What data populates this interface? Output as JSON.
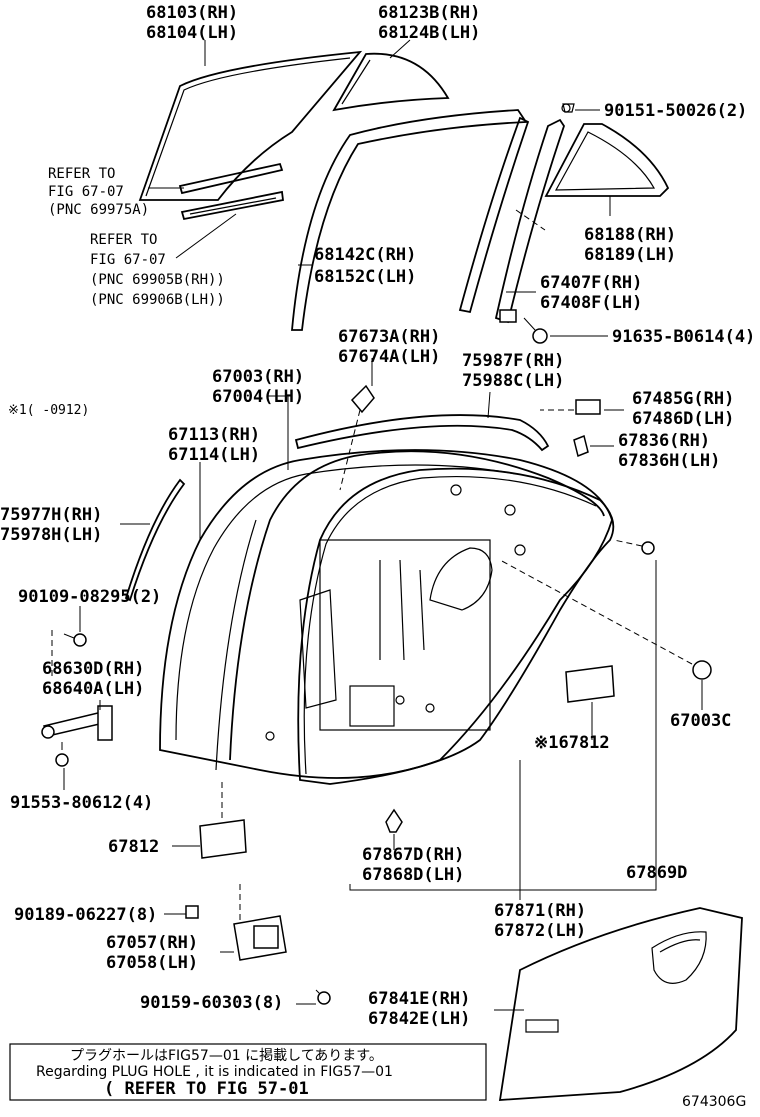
{
  "labels": {
    "glass_rh": "68103(RH)",
    "glass_lh": "68104(LH)",
    "quarter_glass_rh": "68123B(RH)",
    "quarter_glass_lh": "68124B(LH)",
    "screw": "90151-50026(2)",
    "refer1_a": "REFER TO",
    "refer1_b": "FIG 67-07",
    "refer1_c": "(PNC 69975A)",
    "refer2_a": "REFER TO",
    "refer2_b": "FIG 67-07",
    "refer2_c": "(PNC 69905B(RH))",
    "refer2_d": "(PNC 69906B(LH))",
    "run_rh": "68142C(RH)",
    "run_lh": "68152C(LH)",
    "qtr_frame_rh": "68188(RH)",
    "qtr_frame_lh": "68189(LH)",
    "div_bar_rh": "67407F(RH)",
    "div_bar_lh": "67408F(LH)",
    "bolt_91635": "91635-B0614(4)",
    "pad_rh": "67673A(RH)",
    "pad_lh": "67674A(LH)",
    "mould_rh": "75987F(RH)",
    "mould_lh": "75988C(LH)",
    "panel_rh": "67003(RH)",
    "panel_lh": "67004(LH)",
    "note_range": "※1(    -0912)",
    "frame_rh": "67113(RH)",
    "frame_lh": "67114(LH)",
    "cushion_rh": "67485G(RH)",
    "cushion_lh": "67486D(LH)",
    "bumper_rh": "67836(RH)",
    "bumper_lh": "67836H(LH)",
    "emb_rh": "75977H(RH)",
    "emb_lh": "75978H(LH)",
    "bolt_90109": "90109-08295(2)",
    "check_rh": "68630D(RH)",
    "check_lh": "68640A(LH)",
    "hole_cover": "67003C",
    "seal_note": "※167812",
    "bolt_91553": "91553-80612(4)",
    "seal_67812": "67812",
    "clip_rh": "67867D(RH)",
    "clip_lh": "67868D(LH)",
    "clip_67869": "67869D",
    "bolt_90189": "90189-06227(8)",
    "wstrip_rh": "67871(RH)",
    "wstrip_lh": "67872(LH)",
    "hinge_rh": "67057(RH)",
    "hinge_lh": "67058(LH)",
    "bolt_90159": "90159-60303(8)",
    "trim_rh": "67841E(RH)",
    "trim_lh": "67842E(LH)"
  },
  "notice": {
    "line1": "プラグホールはFIG57—01 に掲載してあります。",
    "line2": "Regarding PLUG HOLE , it is indicated in FIG57—01",
    "line3": "( REFER TO FIG 57-01"
  },
  "figure_id": "674306G"
}
